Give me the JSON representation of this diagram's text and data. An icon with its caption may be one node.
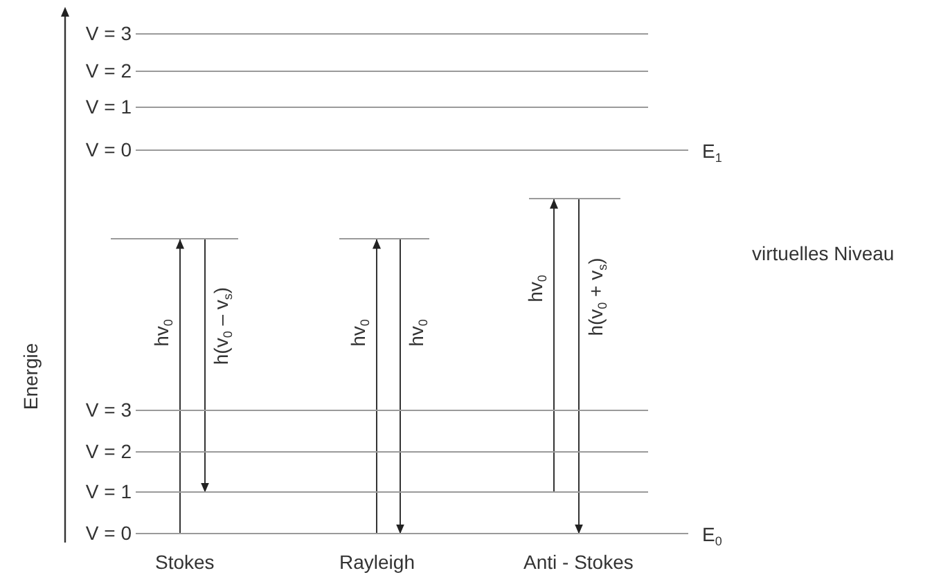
{
  "diagram": {
    "nodes": [
      {
        "text": [
          "V = 3"
        ]
      },
      {
        "text": [
          "V = 2"
        ]
      },
      {
        "text": [
          "V = 1"
        ]
      },
      {
        "text": [
          "V = 0"
        ],
        "beside": [
          "E$_{1}$"
        ]
      },
      {
        "text": [],
        "shape": "bar"
      },
      {
        "text": [],
        "shape": "bar"
      },
      {
        "text": [],
        "shape": "bar"
      },
      {
        "text": [
          "V = 3"
        ]
      },
      {
        "text": [
          "V = 2"
        ]
      },
      {
        "text": [
          "V = 1"
        ]
      },
      {
        "text": [
          "V = 0"
        ],
        "beside": [
          "E$_{0}$"
        ]
      }
    ],
    "edges": [
      {
        "from": 10,
        "to": 4,
        "arrow": "to",
        "label": "hv$_{0}$"
      },
      {
        "from": 4,
        "to": 9,
        "arrow": "to",
        "label": "h(v$_{0}$ – v$_{s}$)"
      },
      {
        "from": 10,
        "to": 5,
        "arrow": "to",
        "label": "hv$_{0}$"
      },
      {
        "from": 5,
        "to": 10,
        "arrow": "to",
        "label": "hv$_{0}$"
      },
      {
        "from": 9,
        "to": 6,
        "arrow": "to",
        "label": "hv$_{0}$"
      },
      {
        "from": 6,
        "to": 10,
        "arrow": "to",
        "label": "h(v$_{0}$ + v$_{s}$)"
      }
    ],
    "labels": [
      "virtuelles Niveau",
      "Energie",
      "Stokes",
      "Rayleigh",
      "Anti - Stokes"
    ]
  }
}
